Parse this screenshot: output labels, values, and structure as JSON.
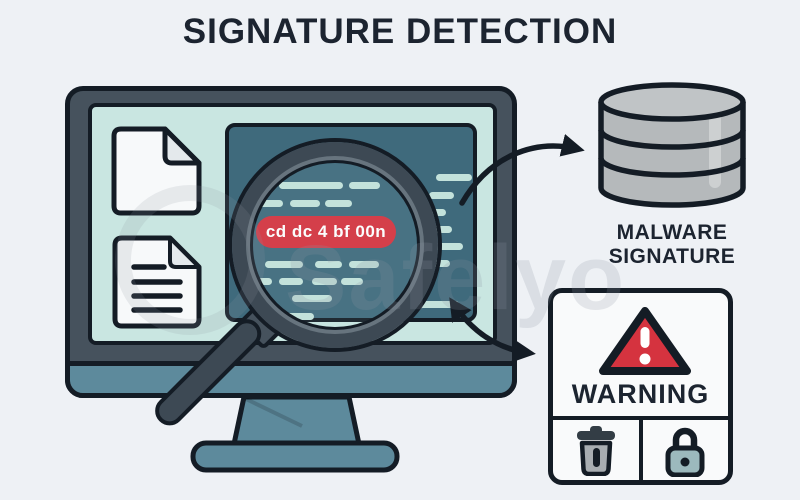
{
  "title": "SIGNATURE DETECTION",
  "screen": {
    "signature_code": "cd dc 4 bf 00n"
  },
  "database": {
    "label_line1": "MALWARE",
    "label_line2": "SIGNATURE"
  },
  "warning": {
    "title": "WARNING"
  },
  "watermark": {
    "text": "Safelyo"
  },
  "icons": {
    "monitor": "desktop-monitor-icon",
    "documents": [
      "blank-document-icon",
      "text-document-icon"
    ],
    "magnifier": "magnifying-glass-icon",
    "database": "database-cylinder-icon",
    "alert": "warning-triangle-icon",
    "actions": [
      "trash-icon",
      "lock-icon"
    ],
    "arrows": [
      "arrow-screen-to-database-icon",
      "arrow-screen-warning-double-icon"
    ]
  },
  "colors": {
    "background": "#eef1f5",
    "ink": "#141c25",
    "bezel": "#46525d",
    "screen_mint": "#c9e6e1",
    "code_panel": "#3f6a7c",
    "code_dash": "#c3e2db",
    "alert_red": "#d5333f",
    "monitor_blue": "#5d8a9c",
    "database_gray": "#b5b9bb",
    "card_white": "#f9fafb",
    "lock_teal": "#9cb9bd",
    "trash_gray": "#a8adb1",
    "watermark_gray": "#8d96a3"
  }
}
